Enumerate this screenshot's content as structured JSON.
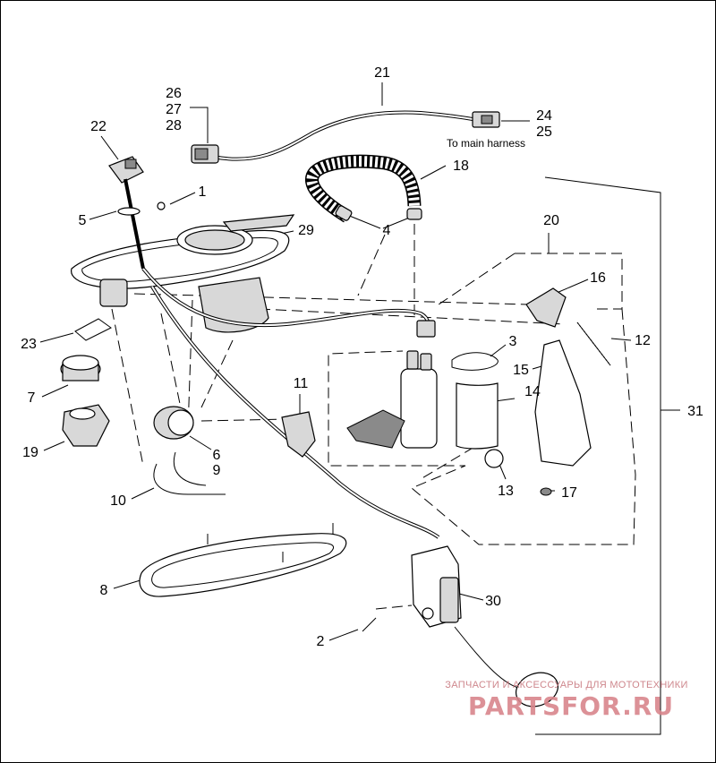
{
  "diagram": {
    "callouts": [
      "1",
      "2",
      "3",
      "4",
      "5",
      "6",
      "7",
      "8",
      "9",
      "10",
      "11",
      "12",
      "13",
      "14",
      "15",
      "16",
      "17",
      "18",
      "19",
      "20",
      "21",
      "22",
      "23",
      "24",
      "25",
      "26",
      "27",
      "28",
      "29",
      "30",
      "31"
    ],
    "note": "To main harness"
  },
  "watermark": {
    "tagline": "ЗАПЧАСТИ И АКСЕССУАРЫ ДЛЯ МОТОТЕХНИКИ",
    "brand": "PARTSFOR.RU"
  }
}
